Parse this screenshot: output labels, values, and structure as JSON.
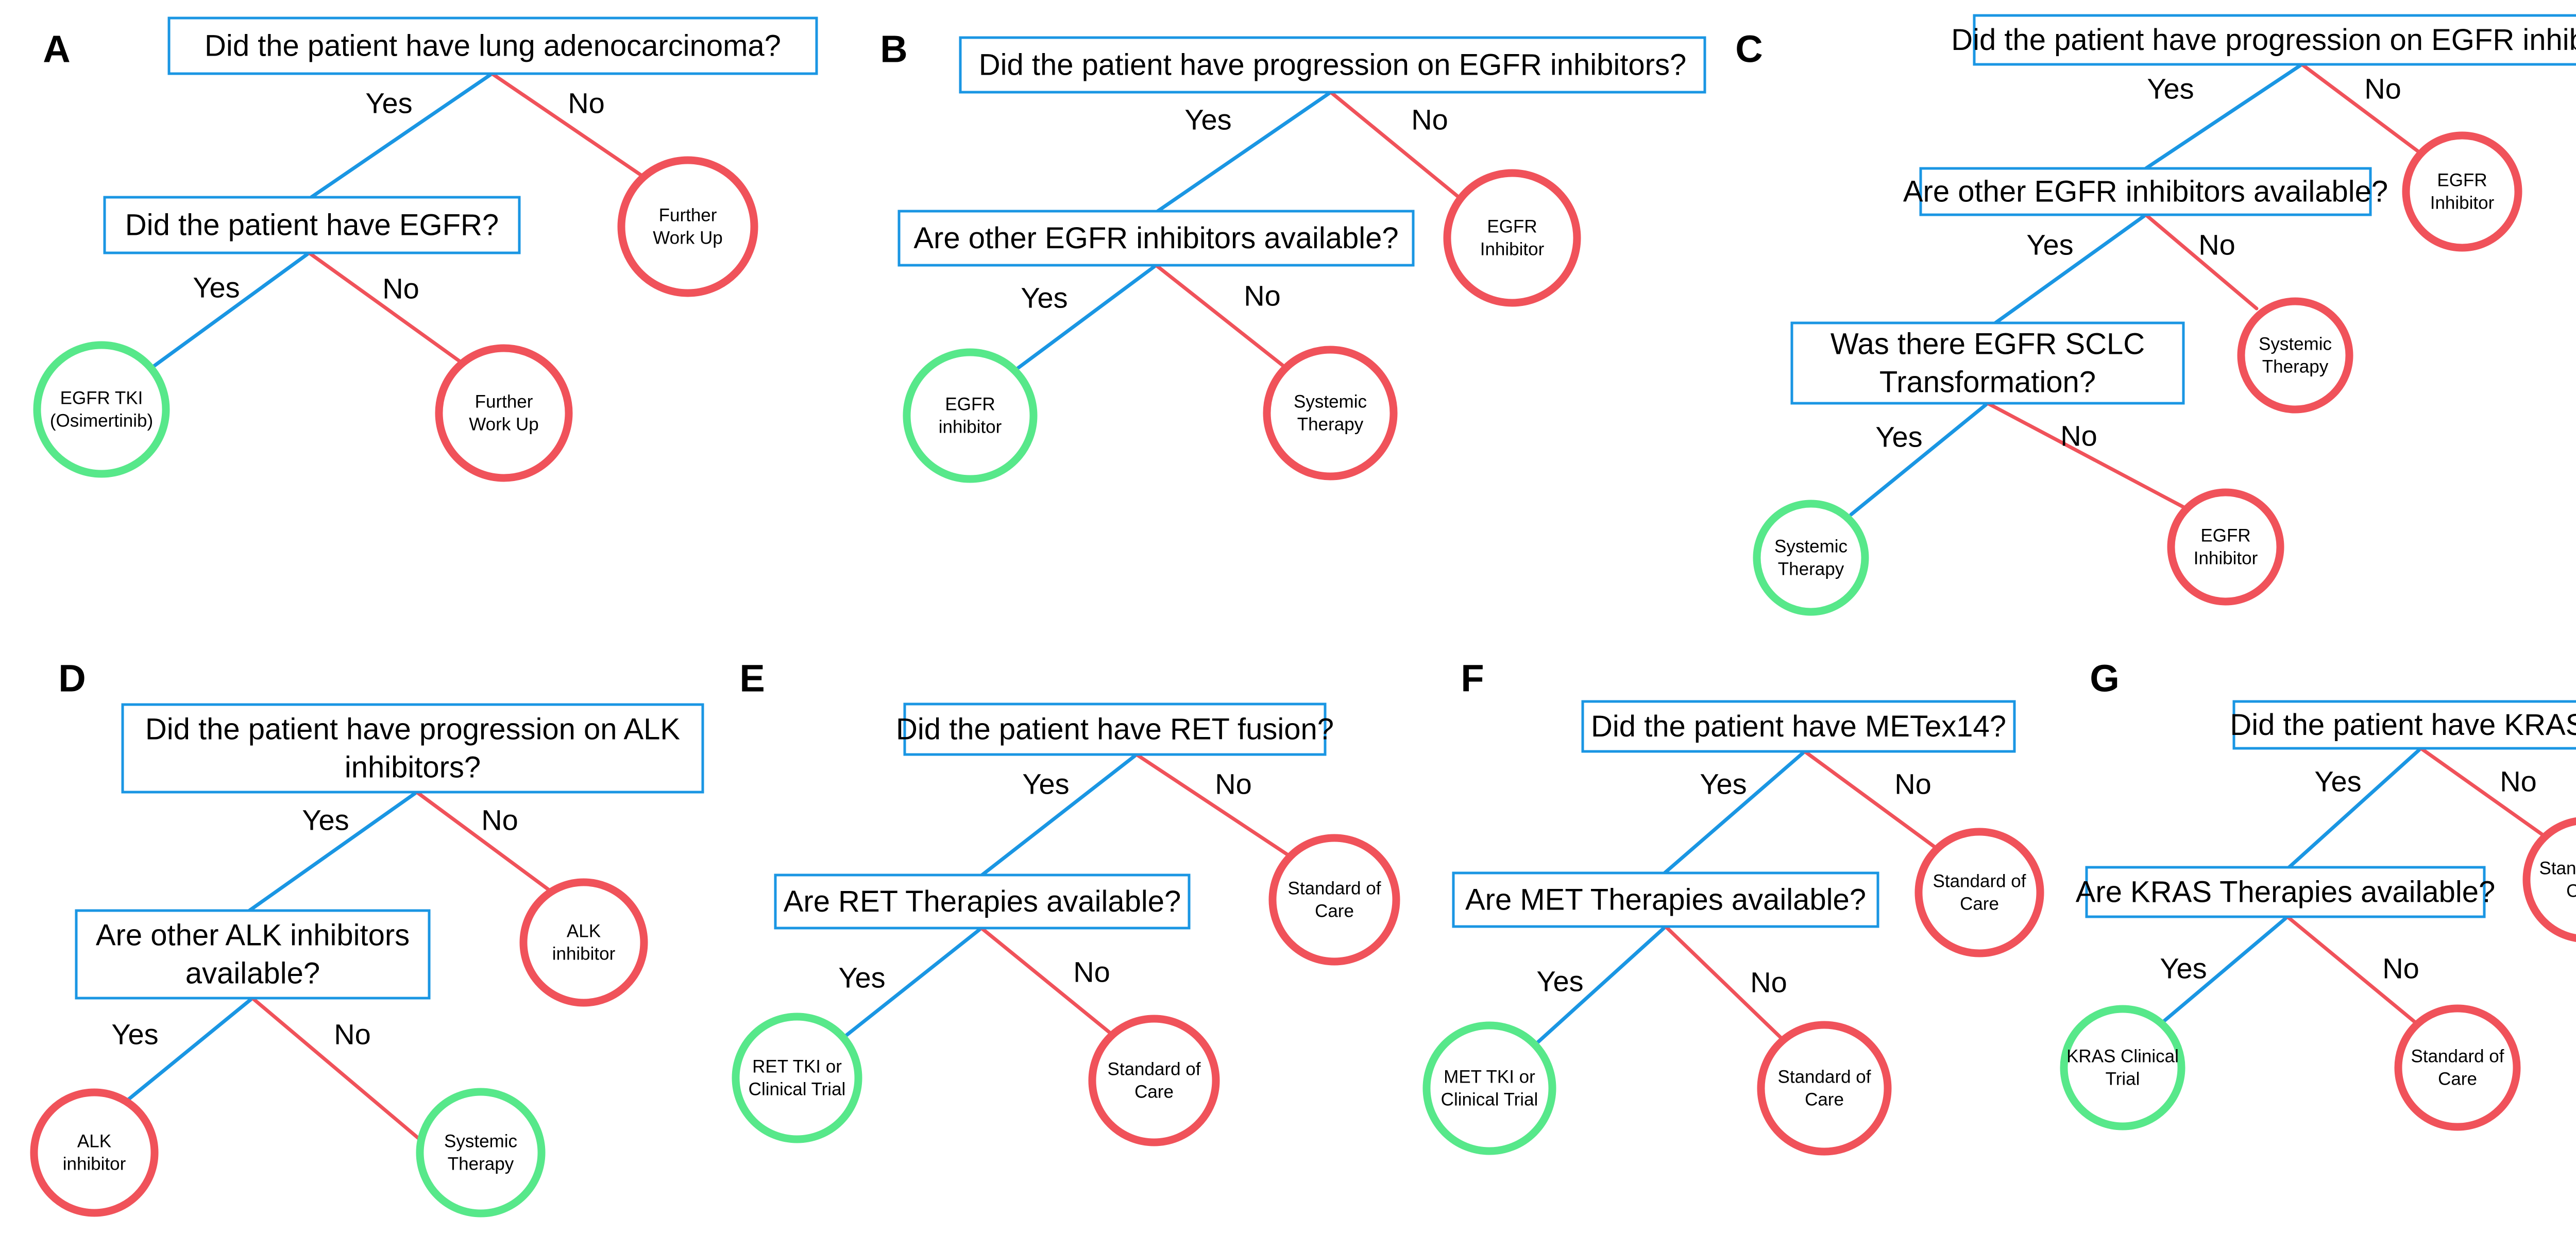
{
  "colors": {
    "yes_edge": "#1a96e3",
    "no_edge": "#f0525a",
    "box_border": "#1a96e3",
    "recommended_node": "#57e88a",
    "other_node": "#f0525a"
  },
  "labels": {
    "yes": "Yes",
    "no": "No"
  },
  "panels": [
    {
      "letter": "A",
      "questions": [
        {
          "lines": [
            "Did the patient have lung adenocarcinoma?"
          ]
        },
        {
          "lines": [
            "Did the patient have EGFR?"
          ]
        }
      ],
      "nodes": [
        {
          "lines": [
            "Further",
            "Work Up"
          ],
          "kind": "other"
        },
        {
          "lines": [
            "EGFR TKI",
            "(Osimertinib)"
          ],
          "kind": "recommended"
        },
        {
          "lines": [
            "Further",
            "Work Up"
          ],
          "kind": "other"
        }
      ]
    },
    {
      "letter": "B",
      "questions": [
        {
          "lines": [
            "Did the patient have progression on EGFR inhibitors?"
          ]
        },
        {
          "lines": [
            "Are other EGFR inhibitors available?"
          ]
        }
      ],
      "nodes": [
        {
          "lines": [
            "EGFR",
            "Inhibitor"
          ],
          "kind": "other"
        },
        {
          "lines": [
            "EGFR",
            "inhibitor"
          ],
          "kind": "recommended"
        },
        {
          "lines": [
            "Systemic",
            "Therapy"
          ],
          "kind": "other"
        }
      ]
    },
    {
      "letter": "C",
      "questions": [
        {
          "lines": [
            "Did the patient have progression on EGFR inhibitors?"
          ]
        },
        {
          "lines": [
            "Are other EGFR inhibitors available?"
          ]
        },
        {
          "lines": [
            "Was there EGFR SCLC",
            "Transformation?"
          ]
        }
      ],
      "nodes": [
        {
          "lines": [
            "EGFR",
            "Inhibitor"
          ],
          "kind": "other"
        },
        {
          "lines": [
            "Systemic",
            "Therapy"
          ],
          "kind": "other"
        },
        {
          "lines": [
            "Systemic",
            "Therapy"
          ],
          "kind": "recommended"
        },
        {
          "lines": [
            "EGFR",
            "Inhibitor"
          ],
          "kind": "other"
        }
      ]
    },
    {
      "letter": "D",
      "questions": [
        {
          "lines": [
            "Did the patient have progression on ALK",
            "inhibitors?"
          ]
        },
        {
          "lines": [
            "Are other ALK inhibitors",
            "available?"
          ]
        }
      ],
      "nodes": [
        {
          "lines": [
            "ALK",
            "inhibitor"
          ],
          "kind": "other"
        },
        {
          "lines": [
            "ALK",
            "inhibitor"
          ],
          "kind": "other"
        },
        {
          "lines": [
            "Systemic",
            "Therapy"
          ],
          "kind": "recommended"
        }
      ]
    },
    {
      "letter": "E",
      "questions": [
        {
          "lines": [
            "Did the patient have RET fusion?"
          ]
        },
        {
          "lines": [
            "Are RET Therapies available?"
          ]
        }
      ],
      "nodes": [
        {
          "lines": [
            "Standard of",
            "Care"
          ],
          "kind": "other"
        },
        {
          "lines": [
            "RET TKI or",
            "Clinical Trial"
          ],
          "kind": "recommended"
        },
        {
          "lines": [
            "Standard of",
            "Care"
          ],
          "kind": "other"
        }
      ]
    },
    {
      "letter": "F",
      "questions": [
        {
          "lines": [
            "Did the patient have METex14?"
          ]
        },
        {
          "lines": [
            "Are MET Therapies available?"
          ]
        }
      ],
      "nodes": [
        {
          "lines": [
            "Standard of",
            "Care"
          ],
          "kind": "other"
        },
        {
          "lines": [
            "MET TKI or",
            "Clinical Trial"
          ],
          "kind": "recommended"
        },
        {
          "lines": [
            "Standard of",
            "Care"
          ],
          "kind": "other"
        }
      ]
    },
    {
      "letter": "G",
      "questions": [
        {
          "lines": [
            "Did the patient have KRAS?"
          ]
        },
        {
          "lines": [
            "Are KRAS Therapies available?"
          ]
        }
      ],
      "nodes": [
        {
          "lines": [
            "Standard of",
            "Care"
          ],
          "kind": "other"
        },
        {
          "lines": [
            "KRAS Clinical",
            "Trial"
          ],
          "kind": "recommended"
        },
        {
          "lines": [
            "Standard of",
            "Care"
          ],
          "kind": "other"
        }
      ]
    }
  ]
}
